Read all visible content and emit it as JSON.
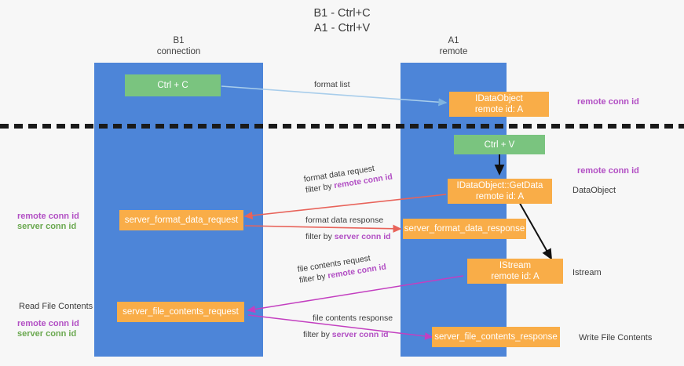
{
  "title": {
    "line1": "B1 - Ctrl+C",
    "line2": "A1 - Ctrl+V"
  },
  "colors": {
    "lane": "#4d85d8",
    "green_node": "#7ac47f",
    "orange_node": "#f9ad48",
    "purple_text": "#b24fc4",
    "green_text": "#6aa84f",
    "red_arrow": "#e8635a",
    "magenta_arrow": "#c33fc0",
    "light_blue_arrow": "#a8cdeb",
    "black_arrow": "#000000",
    "background": "#f7f7f7"
  },
  "lanes": [
    {
      "name": "b1",
      "title": "B1",
      "subtitle": "connection"
    },
    {
      "name": "a1",
      "title": "A1",
      "subtitle": "remote"
    }
  ],
  "nodes": {
    "ctrl_c": {
      "label": "Ctrl + C"
    },
    "idataobject_top": {
      "line1": "IDataObject",
      "line2": "remote id: A"
    },
    "ctrl_v": {
      "label": "Ctrl + V"
    },
    "getdata": {
      "line1": "IDataObject::GetData",
      "line2": "remote id: A"
    },
    "istream": {
      "line1": "IStream",
      "line2": "remote id: A"
    },
    "server_format_data_request": {
      "label": "server_format_data_request"
    },
    "server_format_data_response": {
      "label": "server_format_data_response"
    },
    "server_file_contents_request": {
      "label": "server_file_contents_request"
    },
    "server_file_contents_response": {
      "label": "server_file_contents_response"
    }
  },
  "edges": {
    "format_list": {
      "label": "format list"
    },
    "format_data_request": {
      "line1": "format data request",
      "line2_prefix": "filter by ",
      "line2_highlight": "remote conn id"
    },
    "format_data_response": {
      "line1": "format data response",
      "line2_prefix": "filter by ",
      "line2_highlight": "server conn id"
    },
    "file_contents_request": {
      "line1": "file contents request",
      "line2_prefix": "filter by ",
      "line2_highlight": "remote conn id"
    },
    "file_contents_response": {
      "line1": "file contents response",
      "line2_prefix": "filter by ",
      "line2_highlight": "server conn id"
    }
  },
  "annotations": {
    "right_remote_conn_id_top": "remote conn id",
    "right_remote_conn_id_mid": "remote conn id",
    "right_dataobject": "DataObject",
    "right_istream": "Istream",
    "right_write_file_contents": "Write File Contents",
    "left_remote_conn_id": "remote conn id",
    "left_server_conn_id": "server conn id",
    "left_read_file_contents": "Read File Contents",
    "left_bottom_remote_conn_id": "remote conn id",
    "left_bottom_server_conn_id": "server conn id"
  }
}
